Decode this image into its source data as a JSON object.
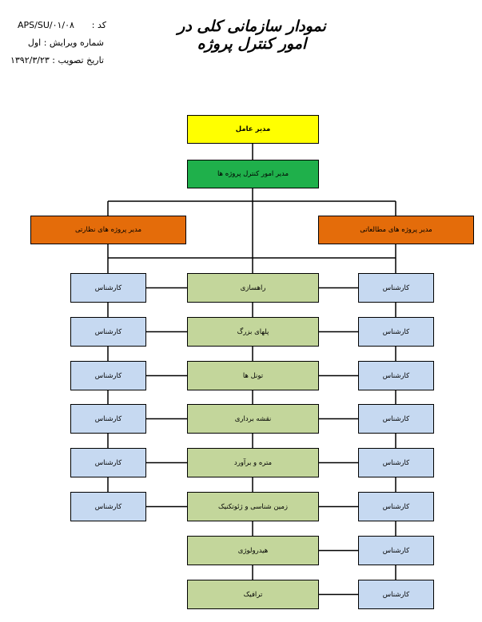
{
  "header": {
    "code_label": "کد :",
    "code_value": "APS/SU/۰۱/۰۸",
    "revision": "شماره ویرایش :  اول",
    "approval_date": "تاریخ تصویب :  ۱۳۹۲/۳/۲۳",
    "title": "نمودار سازمانی کلی در امور کنترل پروژه"
  },
  "chart": {
    "ceo": "مدیر عامل",
    "manager": "مدیر امور کنترل پروژه ها",
    "left_manager": "مدیر پروژه های نظارتی",
    "right_manager": "مدیر پروژه های مطالعاتی",
    "expert_label": "کارشناس",
    "departments": [
      "راهسازی",
      "پلهای بزرگ",
      "تونل ها",
      "نقشه برداری",
      "متره و برآورد",
      "زمین شناسی و ژئوتکنیک",
      "هیدرولوژی",
      "ترافیک"
    ],
    "left_expert_count": 6,
    "right_expert_count": 8
  }
}
